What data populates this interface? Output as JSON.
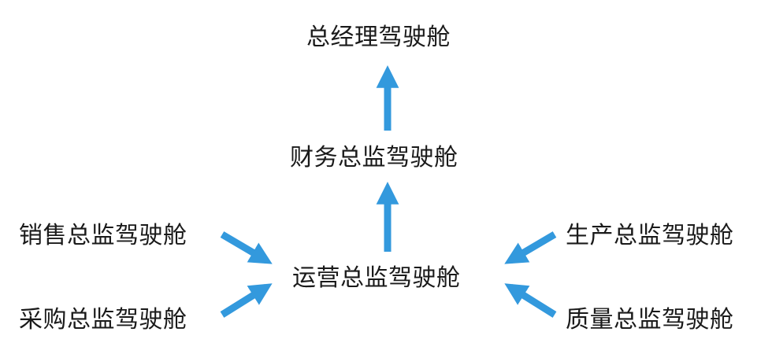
{
  "nodes": {
    "gm": "总经理驾驶舱",
    "finance": "财务总监驾驶舱",
    "operations": "运营总监驾驶舱",
    "sales": "销售总监驾驶舱",
    "purchasing": "采购总监驾驶舱",
    "production": "生产总监驾驶舱",
    "quality": "质量总监驾驶舱"
  },
  "edges": [
    {
      "from": "finance",
      "to": "gm"
    },
    {
      "from": "operations",
      "to": "finance"
    },
    {
      "from": "sales",
      "to": "operations"
    },
    {
      "from": "purchasing",
      "to": "operations"
    },
    {
      "from": "production",
      "to": "operations"
    },
    {
      "from": "quality",
      "to": "operations"
    }
  ],
  "colors": {
    "arrow": "#3399dd",
    "text": "#1a1a1a"
  }
}
